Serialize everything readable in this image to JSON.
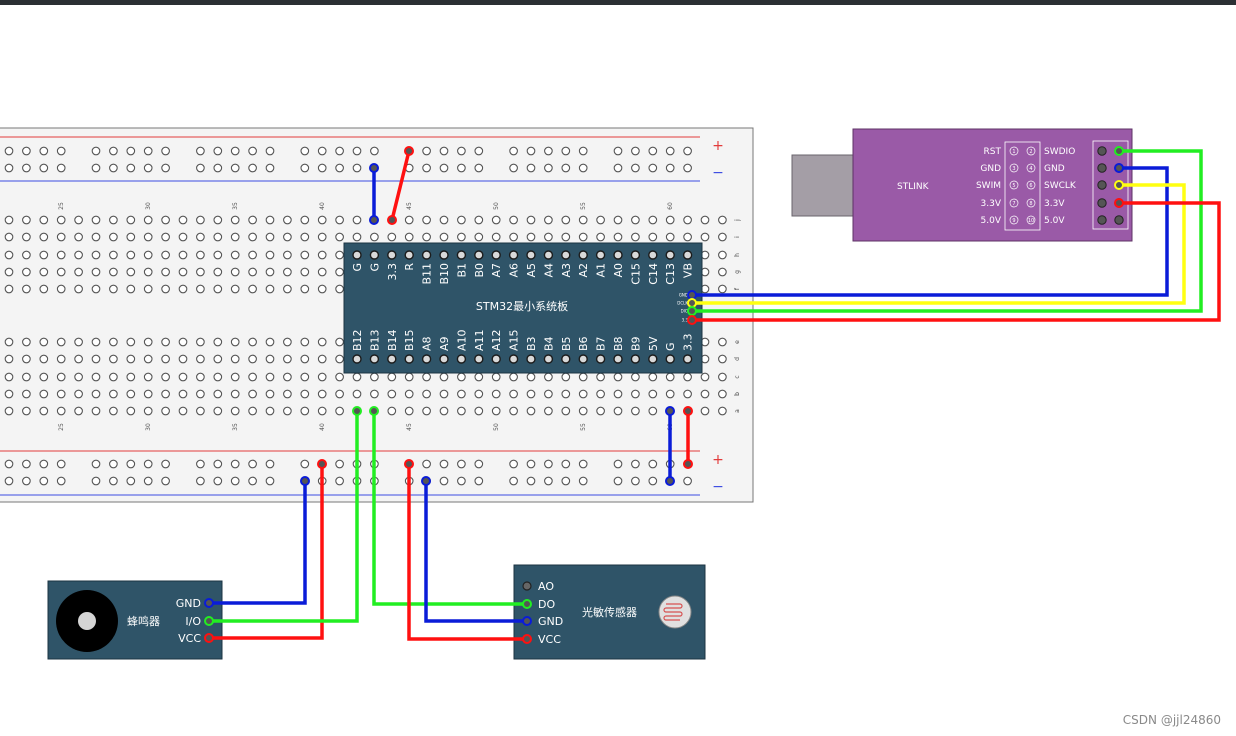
{
  "breadboard": {
    "column_numbers": [
      "25",
      "30",
      "35",
      "40",
      "45",
      "50",
      "55",
      "60"
    ],
    "row_letters_top": [
      "j",
      "i",
      "h",
      "g",
      "f"
    ],
    "row_letters_bottom": [
      "e",
      "d",
      "c",
      "b",
      "a"
    ],
    "rail_plus": "+",
    "rail_minus": "−"
  },
  "stm32": {
    "title": "STM32最小系统板",
    "top_pins": [
      "G",
      "G",
      "3.3",
      "R",
      "B11",
      "B10",
      "B1",
      "B0",
      "A7",
      "A6",
      "A5",
      "A4",
      "A3",
      "A2",
      "A1",
      "A0",
      "C15",
      "C14",
      "C13",
      "VB"
    ],
    "bottom_pins": [
      "B12",
      "B13",
      "B14",
      "B15",
      "A8",
      "A9",
      "A10",
      "A11",
      "A12",
      "A15",
      "B3",
      "B4",
      "B5",
      "B6",
      "B7",
      "B8",
      "B9",
      "5V",
      "G",
      "3.3"
    ],
    "side_pins": [
      "GND",
      "DCLK",
      "DIO",
      "3.3"
    ]
  },
  "stlink": {
    "name": "STLINK",
    "left_labels": [
      "RST",
      "GND",
      "SWIM",
      "3.3V",
      "5.0V"
    ],
    "right_labels": [
      "SWDIO",
      "GND",
      "SWCLK",
      "3.3V",
      "5.0V"
    ],
    "pin_numbers": [
      "1",
      "2",
      "3",
      "4",
      "5",
      "6",
      "7",
      "8",
      "9",
      "10"
    ]
  },
  "buzzer": {
    "name": "蜂鸣器",
    "pins": [
      "GND",
      "I/O",
      "VCC"
    ]
  },
  "light_sensor": {
    "name": "光敏传感器",
    "pins": [
      "AO",
      "DO",
      "GND",
      "VCC"
    ]
  },
  "colors": {
    "module_fill": "#2f5468",
    "stlink_fill": "#9a5aa7",
    "wire_blue": "#0a1cd8",
    "wire_red": "#ff1010",
    "wire_green": "#22ee22",
    "wire_yellow": "#ffff11"
  },
  "watermark": "CSDN @jjl24860"
}
